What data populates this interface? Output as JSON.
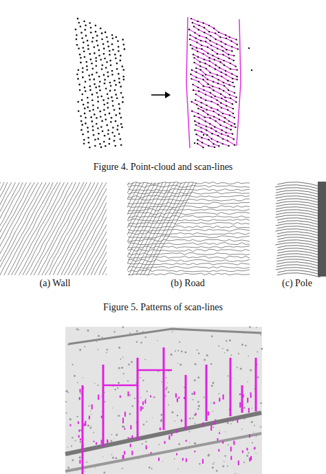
{
  "diagram": {
    "labels": [
      "Figure 4. Point-cloud and scan-lines",
      "(a) Wall",
      "(b) Road",
      "(c) Pole",
      "Figure 5. Patterns of scan-lines"
    ]
  }
}
